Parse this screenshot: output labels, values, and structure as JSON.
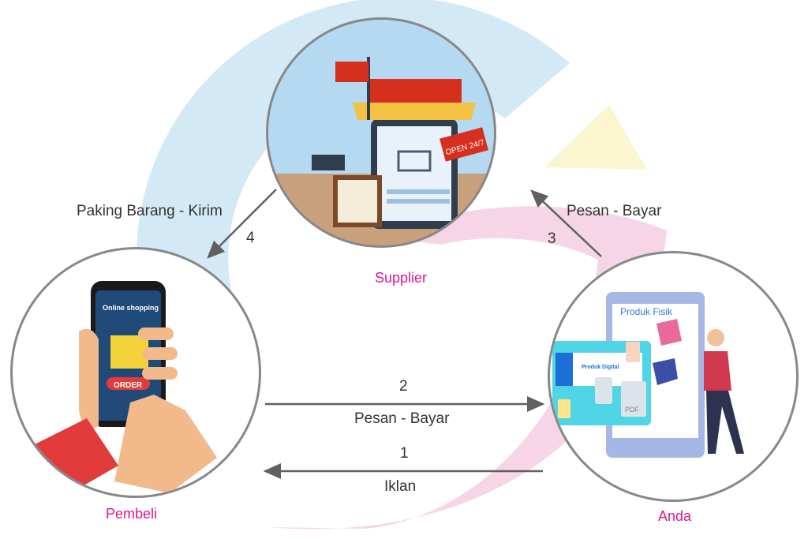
{
  "nodes": {
    "supplier": "Supplier",
    "buyer": "Pembeli",
    "you": "Anda"
  },
  "flows": [
    {
      "step": "1",
      "label": "Iklan"
    },
    {
      "step": "2",
      "label": "Pesan - Bayar"
    },
    {
      "step": "3",
      "label": "Pesan - Bayar"
    },
    {
      "step": "4",
      "label": "Paking Barang - Kirim"
    }
  ],
  "illustrations": {
    "phone_title": "Online shopping",
    "order_button": "ORDER",
    "shop_sign": "OPEN 24/7",
    "physical_product": "Produk Fisik",
    "digital_product": "Produk Digital",
    "pdf_icon": "PDF"
  },
  "colors": {
    "blue_arc": "#d3e9f6",
    "pink_arc": "#f6d6e6",
    "yellow_tri": "#fbf6cf",
    "node_label": "#e0178a",
    "arrow": "#606060"
  }
}
